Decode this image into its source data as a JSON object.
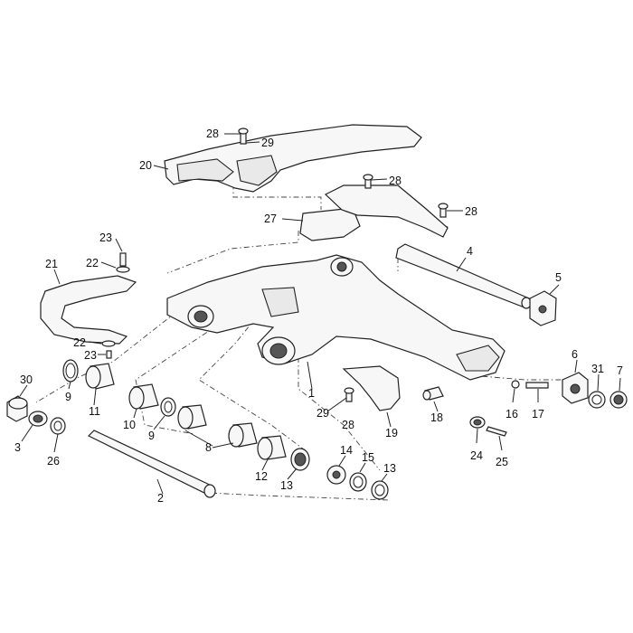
{
  "callouts": {
    "c1": "1",
    "c2": "2",
    "c3": "3",
    "c4": "4",
    "c5": "5",
    "c6": "6",
    "c7": "7",
    "c8": "8",
    "c9a": "9",
    "c9b": "9",
    "c10": "10",
    "c11": "11",
    "c12": "12",
    "c13a": "13",
    "c13b": "13",
    "c14": "14",
    "c15": "15",
    "c16": "16",
    "c17": "17",
    "c18": "18",
    "c19": "19",
    "c20": "20",
    "c21": "21",
    "c22a": "22",
    "c22b": "22",
    "c23a": "23",
    "c23b": "23",
    "c24": "24",
    "c25": "25",
    "c26": "26",
    "c27": "27",
    "c28a": "28",
    "c28b": "28",
    "c28c": "28",
    "c28d": "28",
    "c29a": "29",
    "c29b": "29",
    "c30": "30",
    "c31": "31"
  }
}
